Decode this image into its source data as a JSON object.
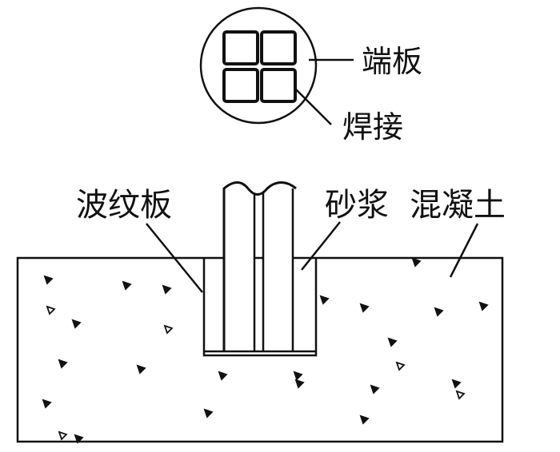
{
  "labels": {
    "end_plate": "端板",
    "welding": "焊接",
    "corrugated_plate": "波纹板",
    "mortar": "砂浆",
    "concrete": "混凝土"
  },
  "colors": {
    "line": "#111111",
    "background": "#ffffff"
  }
}
